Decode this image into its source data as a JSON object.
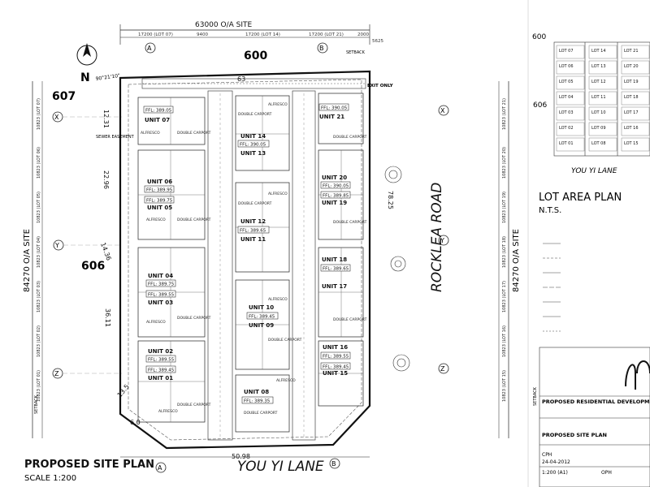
{
  "drawing": {
    "top_dimension": "63000 O/A SITE",
    "top_subdims": [
      "17200 (LOT 07)",
      "9400",
      "17200 (LOT 14)",
      "17200 (LOT 21)",
      "2000",
      "5625"
    ],
    "left_dimension": "84270 O/A SITE",
    "right_dimension": "84270 O/A SITE",
    "left_subdims": [
      "10823 (LOT 07)",
      "10823 (LOT 06)",
      "10823 (LOT 05)",
      "10823 (LOT 04)",
      "10823 (LOT 03)",
      "10823 (LOT 02)",
      "10823 (LOT 01)"
    ],
    "right_subdims": [
      "10823 (LOT 21)",
      "10823 (LOT 20)",
      "10823 (LOT 19)",
      "10823 (LOT 18)",
      "10823 (LOT 17)",
      "10823 (LOT 16)",
      "10823 (LOT 15)"
    ],
    "north": "N",
    "bearing": "90°21'10\"",
    "grid_marks": {
      "top": [
        "A",
        "B"
      ],
      "bottom": [
        "A",
        "B"
      ],
      "side": [
        "X",
        "Y",
        "Z"
      ]
    },
    "neighbors": {
      "top": "600",
      "top_left": "607",
      "left": "606"
    },
    "boundary_lengths": [
      "12.31",
      "22.96",
      "14.36",
      "36.11",
      "50.98",
      "78.25",
      "63",
      "6.0",
      "13.5"
    ],
    "roads": {
      "right": "ROCKLEA ROAD",
      "bottom": "YOU YI LANE"
    },
    "exit_label": "EXIT ONLY",
    "setback": "SETBACK",
    "easement": "SEWER EASEMENT",
    "units_left": [
      {
        "name": "UNIT 07",
        "ffl": "FFL: 389.05"
      },
      {
        "name": "UNIT 06",
        "ffl": "FFL: 389.95"
      },
      {
        "name": "UNIT 05",
        "ffl": "FFL: 389.75"
      },
      {
        "name": "UNIT 04",
        "ffl": "FFL: 389.75"
      },
      {
        "name": "UNIT 03",
        "ffl": "FFL: 389.55"
      },
      {
        "name": "UNIT 02",
        "ffl": "FFL: 389.55"
      },
      {
        "name": "UNIT 01",
        "ffl": "FFL: 389.45"
      }
    ],
    "units_mid": [
      {
        "name": "UNIT 14",
        "ffl": "FFL: 390.05"
      },
      {
        "name": "UNIT 13",
        "ffl": ""
      },
      {
        "name": "UNIT 12",
        "ffl": "FFL: 389.65"
      },
      {
        "name": "UNIT 11",
        "ffl": ""
      },
      {
        "name": "UNIT 10",
        "ffl": "FFL: 389.45"
      },
      {
        "name": "UNIT 09",
        "ffl": ""
      },
      {
        "name": "UNIT 08",
        "ffl": "FFL: 389.35"
      }
    ],
    "units_right": [
      {
        "name": "UNIT 21",
        "ffl": "FFL: 390.05"
      },
      {
        "name": "UNIT 20",
        "ffl": "FFL: 390.05"
      },
      {
        "name": "UNIT 19",
        "ffl": "FFL: 389.85"
      },
      {
        "name": "UNIT 18",
        "ffl": "FFL: 389.65"
      },
      {
        "name": "UNIT 17",
        "ffl": ""
      },
      {
        "name": "UNIT 16",
        "ffl": "FFL: 389.55"
      },
      {
        "name": "UNIT 15",
        "ffl": "FFL: 389.45"
      }
    ],
    "labels": {
      "carport": "DOUBLE CARPORT",
      "alfresco": "ALFRESCO"
    },
    "plan_title": "PROPOSED SITE PLAN",
    "plan_scale": "SCALE 1:200"
  },
  "side_panel": {
    "lot_area_title": "LOT AREA PLAN",
    "nts": "N.T.S.",
    "inset_road": "YOU YI LANE",
    "inset_lots": [
      "LOT 07",
      "LOT 06",
      "LOT 05",
      "LOT 04",
      "LOT 03",
      "LOT 02",
      "LOT 01",
      "LOT 14",
      "LOT 13",
      "LOT 12",
      "LOT 11",
      "LOT 10",
      "LOT 09",
      "LOT 08",
      "LOT 21",
      "LOT 20",
      "LOT 19",
      "LOT 18",
      "LOT 17",
      "LOT 16",
      "LOT 15"
    ],
    "inset_neighbor": "600",
    "inset_side_num": "606",
    "title_block_project": "PROPOSED RESIDENTIAL DEVELOPMENT",
    "title_block_drawing": "PROPOSED SITE PLAN",
    "date": "24-04-2012",
    "scale_a1": "1:200 (A1)",
    "initials": "CPH",
    "sheet_prefix": "OPH"
  }
}
